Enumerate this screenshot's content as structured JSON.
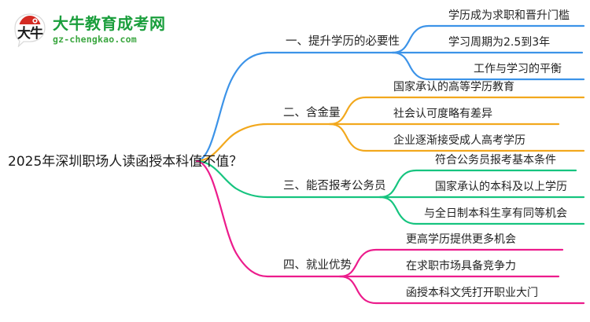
{
  "logo": {
    "mark_text": "大牛",
    "title": "大牛教育成考网",
    "subtitle": "gz-chengkao.com",
    "brand_green": "#1a9e3c",
    "brand_red": "#d42a22"
  },
  "mindmap": {
    "type": "mindmap",
    "root": "2025年深圳职场人读函授本科值不值？",
    "branches": [
      {
        "index": "1",
        "label": "一、提升学历的必要性",
        "color": "#3C93E8",
        "children": [
          "学历成为求职和晋升门槛",
          "学习周期为2.5到3年",
          "工作与学习的平衡"
        ]
      },
      {
        "index": "2",
        "label": "二、含金量",
        "color": "#F2A81D",
        "children": [
          "国家承认的高等学历教育",
          "社会认可度略有差异",
          "企业逐渐接受成人高考学历"
        ]
      },
      {
        "index": "3",
        "label": "三、能否报考公务员",
        "color": "#16C47F",
        "children": [
          "符合公务员报考基本条件",
          "国家承认的本科及以上学历",
          "与全日制本科生享有同等机会"
        ]
      },
      {
        "index": "4",
        "label": "四、就业优势",
        "color": "#EC1C8C",
        "children": [
          "更高学历提供更多机会",
          "在求职市场具备竞争力",
          "函授本科文凭打开职业大门"
        ]
      }
    ]
  }
}
